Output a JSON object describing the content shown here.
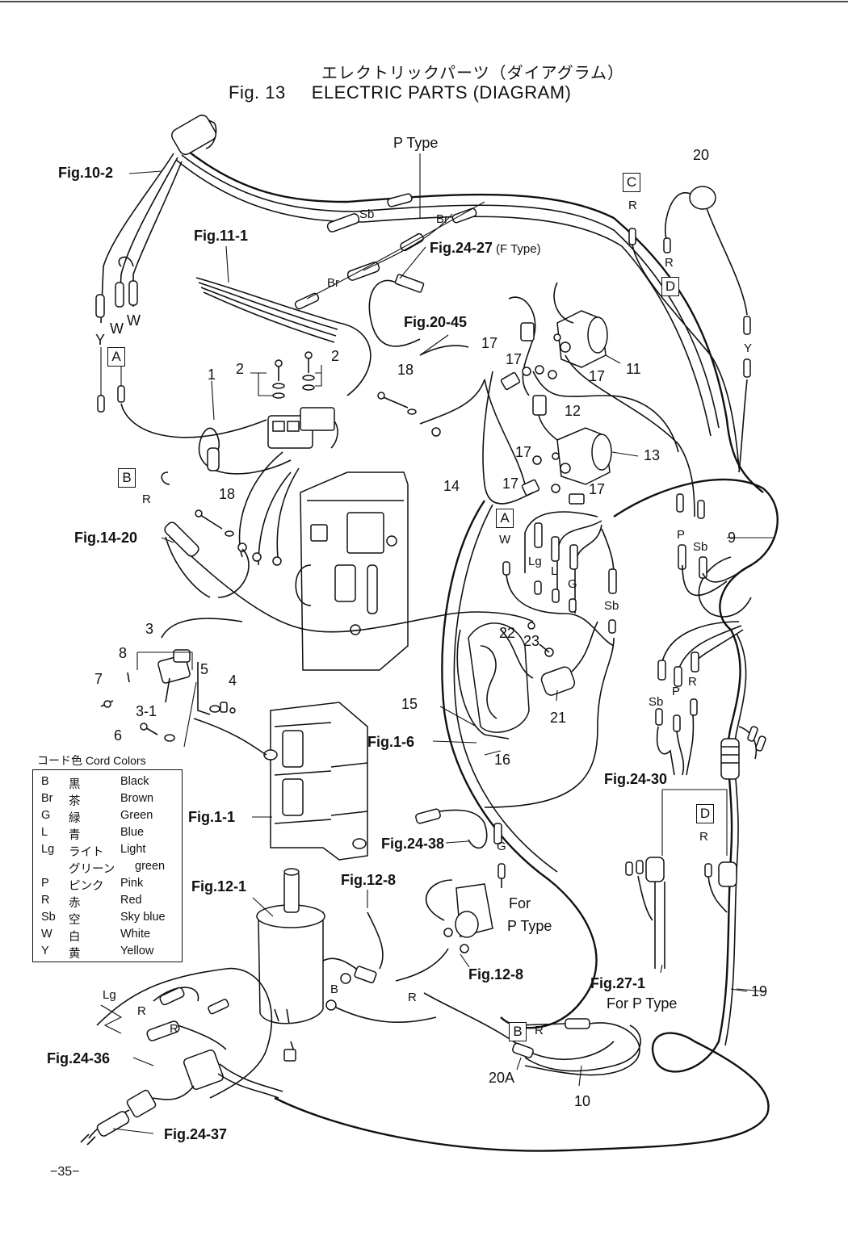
{
  "title": {
    "japanese": "エレクトリックパーツ（ダイアグラム）",
    "fig_number": "Fig. 13",
    "english": "ELECTRIC PARTS (DIAGRAM)"
  },
  "figure_refs": {
    "fig_10_2": "Fig.10-2",
    "fig_11_1": "Fig.11-1",
    "fig_24_27": "Fig.24-27",
    "fig_24_27_note": "(F Type)",
    "fig_20_45": "Fig.20-45",
    "fig_14_20": "Fig.14-20",
    "fig_1_6": "Fig.1-6",
    "fig_1_1": "Fig.1-1",
    "fig_24_38": "Fig.24-38",
    "fig_12_1": "Fig.12-1",
    "fig_12_8_top": "Fig.12-8",
    "fig_12_8_right": "Fig.12-8",
    "fig_24_30": "Fig.24-30",
    "fig_27_1": "Fig.27-1",
    "fig_27_1_note": "For P Type",
    "fig_24_36": "Fig.24-36",
    "fig_24_37": "Fig.24-37"
  },
  "notes": {
    "p_type": "P Type",
    "for": "For",
    "p_type_2": "P Type"
  },
  "connector_boxes": {
    "a_left": "A",
    "a_mid": "A",
    "b_left": "B",
    "b_bottom": "B",
    "c": "C",
    "d_top": "D",
    "d_bottom": "D"
  },
  "wire_labels": {
    "y_left": "Y",
    "w_left1": "W",
    "w_left2": "W",
    "sb_top": "Sb",
    "br_top": "Br",
    "br_mid": "Br",
    "r_c": "R",
    "r_d": "R",
    "y_right": "Y",
    "r_b": "R",
    "w_mid": "W",
    "lg_mid": "Lg",
    "l_mid": "L",
    "g_mid": "G",
    "sb_mid": "Sb",
    "p_right": "P",
    "sb_right": "Sb",
    "sb_lower": "Sb",
    "p_lower": "P",
    "r_lower": "R",
    "g_lower": "G",
    "r_d2": "R",
    "lg_bottom": "Lg",
    "r_bottom1": "R",
    "r_bottom2": "R",
    "r_bottom3": "R",
    "b_bottom": "B",
    "r_20a": "R"
  },
  "part_numbers": {
    "p1": "1",
    "p2a": "2",
    "p2b": "2",
    "p3": "3",
    "p3_1": "3-1",
    "p4": "4",
    "p5": "5",
    "p6": "6",
    "p7": "7",
    "p8": "8",
    "p9": "9",
    "p10": "10",
    "p11": "11",
    "p12": "12",
    "p13": "13",
    "p14": "14",
    "p15": "15",
    "p16": "16",
    "p17a": "17",
    "p17b": "17",
    "p17c": "17",
    "p17d": "17",
    "p17e": "17",
    "p17f": "17",
    "p18a": "18",
    "p18b": "18",
    "p19": "19",
    "p20": "20",
    "p20a": "20A",
    "p21": "21",
    "p22": "22",
    "p23": "23"
  },
  "legend": {
    "heading": "コード色 Cord Colors",
    "rows": [
      {
        "code": "B",
        "jp": "黒",
        "en": "Black"
      },
      {
        "code": "Br",
        "jp": "茶",
        "en": "Brown"
      },
      {
        "code": "G",
        "jp": "緑",
        "en": "Green"
      },
      {
        "code": "L",
        "jp": "青",
        "en": "Blue"
      },
      {
        "code": "Lg",
        "jp": "ライト",
        "en": "Light"
      },
      {
        "code": "",
        "jp": "グリーン",
        "en": "green"
      },
      {
        "code": "P",
        "jp": "ピンク",
        "en": "Pink"
      },
      {
        "code": "R",
        "jp": "赤",
        "en": "Red"
      },
      {
        "code": "Sb",
        "jp": "空",
        "en": "Sky blue"
      },
      {
        "code": "W",
        "jp": "白",
        "en": "White"
      },
      {
        "code": "Y",
        "jp": "黄",
        "en": "Yellow"
      }
    ]
  },
  "page_number": "−35−"
}
